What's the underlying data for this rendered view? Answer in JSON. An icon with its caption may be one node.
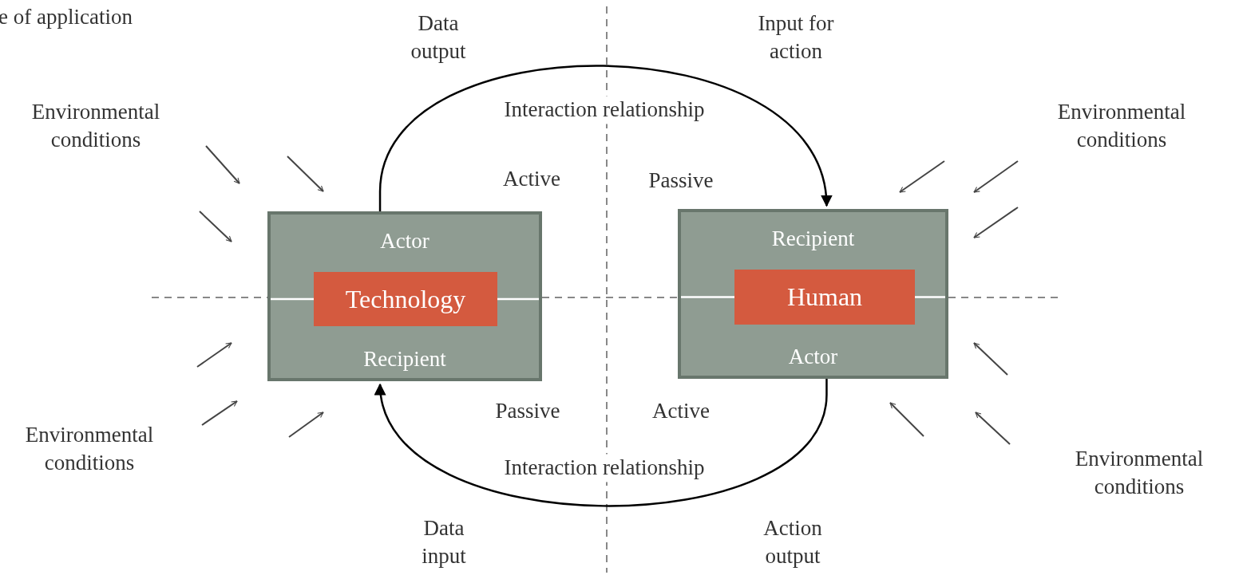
{
  "diagram": {
    "nodes": [
      {
        "text": [
          "Actor",
          "Recipient"
        ]
      },
      {
        "text": [
          "Technology"
        ],
        "in": 0
      },
      {
        "text": [
          "Recipient",
          "Actor"
        ]
      },
      {
        "text": [
          "Human"
        ],
        "in": 2
      }
    ],
    "edges": [
      {
        "from": 0,
        "to": 2,
        "arrow": "to",
        "label": "Interaction relationship"
      },
      {
        "from": 2,
        "to": 0,
        "arrow": "to",
        "label": "Interaction relationship"
      }
    ],
    "labels": [
      "e of application",
      "Data output",
      "Input for action",
      "Environmental conditions",
      "Environmental conditions",
      "Active",
      "Passive",
      "Passive",
      "Active",
      "Environmental conditions",
      "Environmental conditions",
      "Data input",
      "Action output"
    ]
  }
}
